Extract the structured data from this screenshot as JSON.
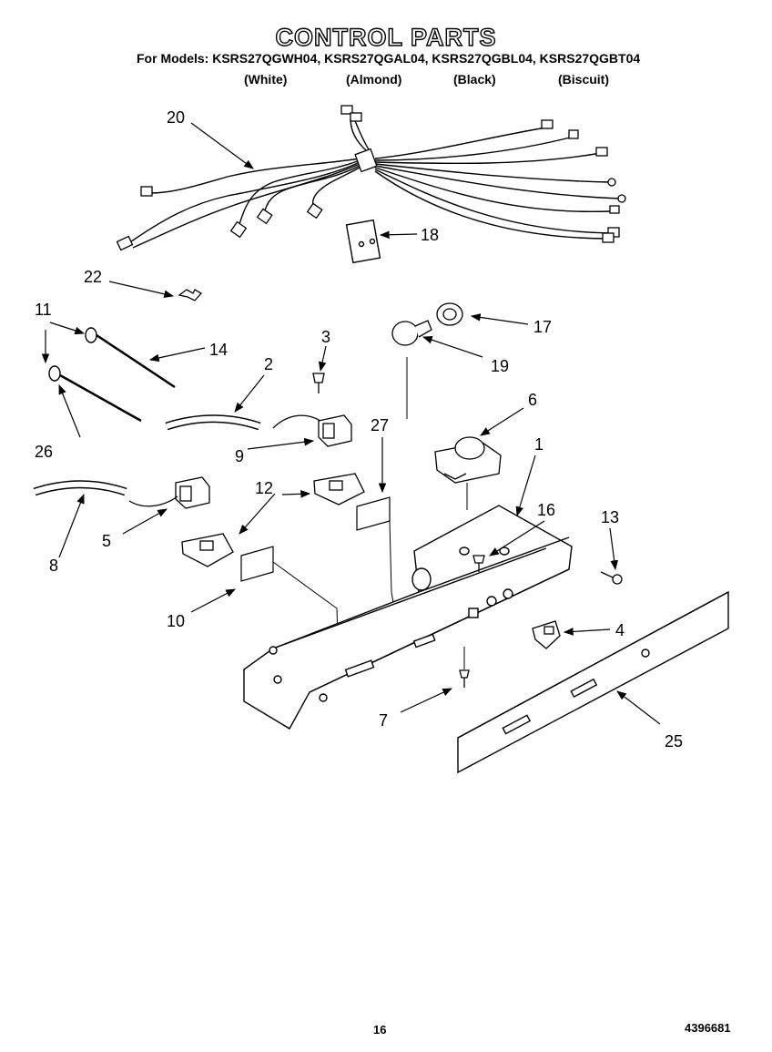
{
  "header": {
    "title": "CONTROL PARTS",
    "models_line": "For Models: KSRS27QGWH04, KSRS27QGAL04, KSRS27QGBL04, KSRS27QGBT04",
    "variants": [
      "(White)",
      "(Almond)",
      "(Black)",
      "(Biscuit)"
    ]
  },
  "callouts": [
    "20",
    "18",
    "22",
    "11",
    "17",
    "3",
    "14",
    "19",
    "2",
    "6",
    "27",
    "1",
    "9",
    "26",
    "12",
    "16",
    "5",
    "13",
    "8",
    "10",
    "4",
    "7",
    "25"
  ],
  "footer": {
    "page_number": "16",
    "doc_number": "4396681"
  }
}
